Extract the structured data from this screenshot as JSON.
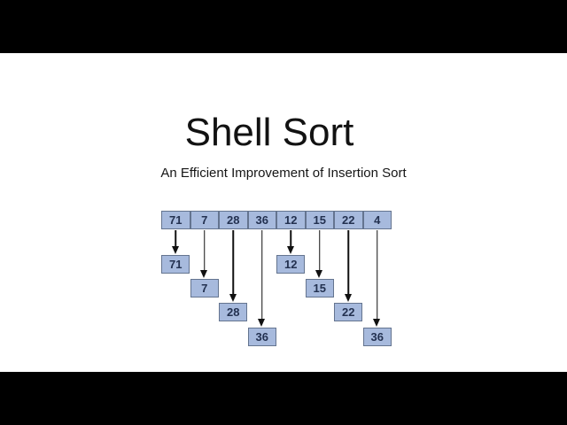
{
  "frame": {
    "background": "#000000"
  },
  "slide": {
    "title": "Shell Sort",
    "subtitle": "An Efficient Improvement of Insertion Sort",
    "background": "#ffffff",
    "text_color": "#121212"
  },
  "diagram": {
    "array": [
      "71",
      "7",
      "28",
      "36",
      "12",
      "15",
      "22",
      "4"
    ],
    "drops": [
      {
        "value": "71",
        "from_index": 0,
        "level": 1
      },
      {
        "value": "7",
        "from_index": 1,
        "level": 2
      },
      {
        "value": "28",
        "from_index": 2,
        "level": 3
      },
      {
        "value": "36",
        "from_index": 3,
        "level": 4
      },
      {
        "value": "12",
        "from_index": 4,
        "level": 1
      },
      {
        "value": "15",
        "from_index": 5,
        "level": 2
      },
      {
        "value": "22",
        "from_index": 6,
        "level": 3
      },
      {
        "value": "36",
        "from_index": 7,
        "level": 4
      }
    ],
    "colors": {
      "box_fill": "#a7badd",
      "box_border": "#64748f",
      "number_text": "#233150",
      "arrow": "#111111"
    }
  }
}
